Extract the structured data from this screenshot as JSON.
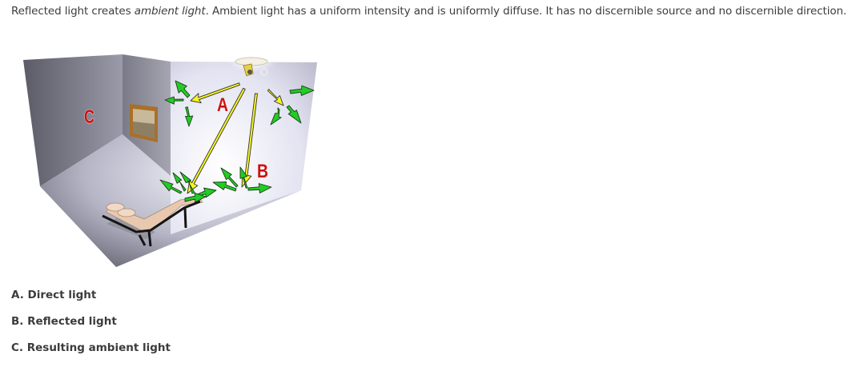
{
  "intro": {
    "part1": "Reflected light creates ",
    "emphasis": "ambient light",
    "part2": ". Ambient light has a uniform intensity and is uniformly diffuse. It has no discernible source and no discernible direction."
  },
  "figure": {
    "label_direct": "A",
    "label_reflected": "B",
    "label_ambient": "C",
    "colors": {
      "direct_arrow": "#f5f523",
      "reflected_arrow": "#22cc22",
      "label": "#cc1111"
    }
  },
  "legend": [
    {
      "text": "A. Direct light"
    },
    {
      "text": "B. Reflected light"
    },
    {
      "text": "C. Resulting ambient light"
    }
  ]
}
